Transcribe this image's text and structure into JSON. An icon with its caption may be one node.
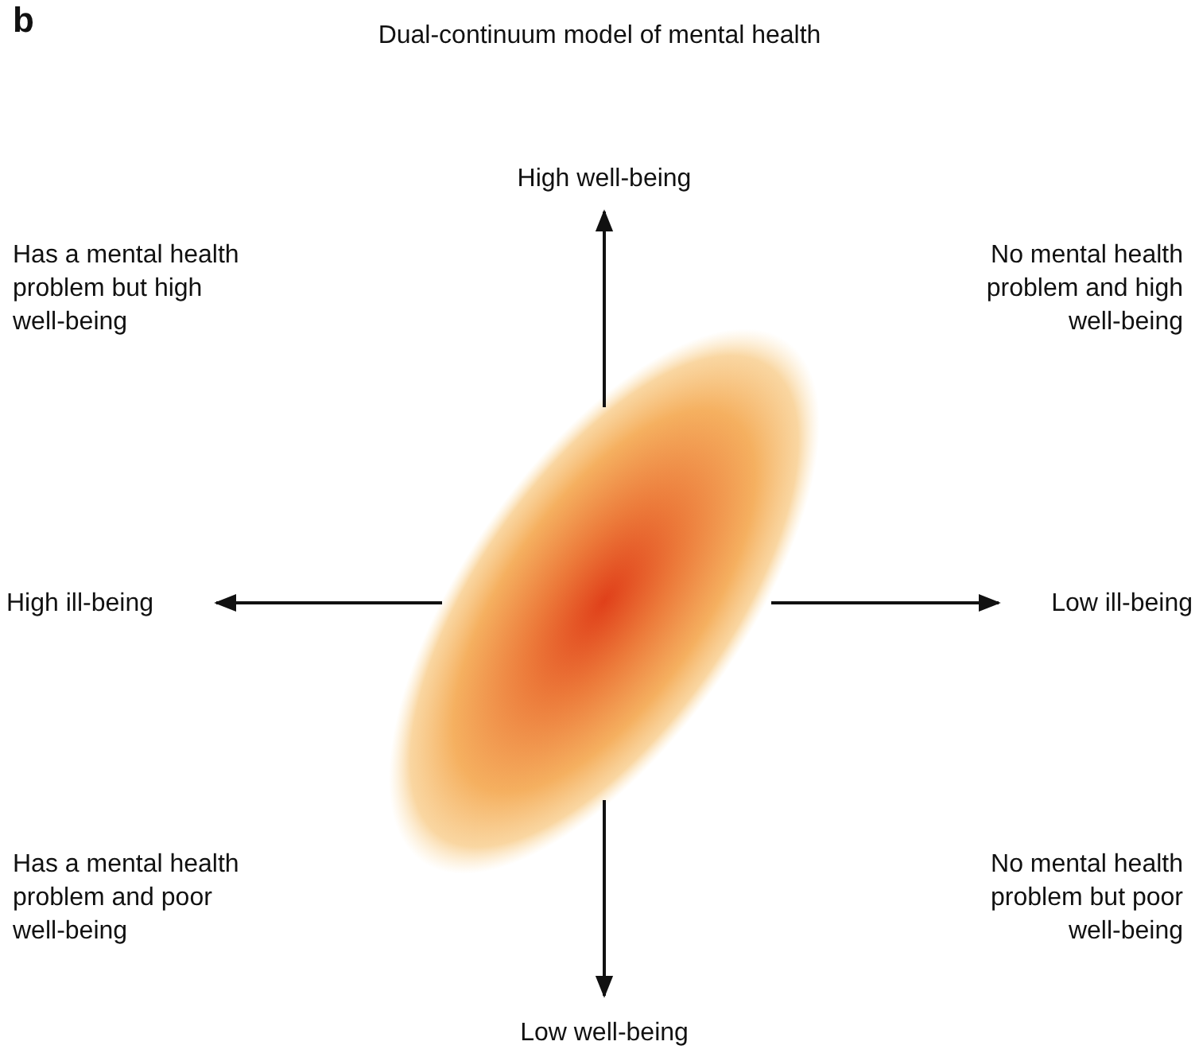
{
  "diagram": {
    "title": "Dual-continuum model of mental health",
    "nodes": [
      {
        "text": [],
        "shape": "ellipse"
      }
    ],
    "labels": [
      "b",
      "High well-being",
      "Has a mental health problem but high well-being",
      "No mental health problem and high well-being",
      "High ill-being",
      "Low ill-being",
      "Has a mental health problem and poor well-being",
      "No mental health problem but poor well-being",
      "Low well-being"
    ]
  }
}
